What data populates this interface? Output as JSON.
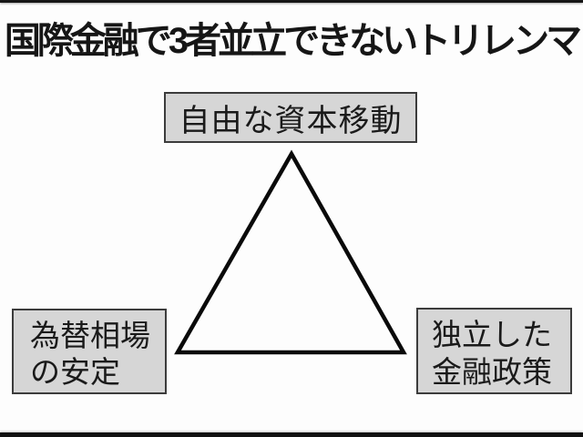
{
  "title": "国際金融で3者並立できないトリレンマ",
  "triangle_diagram": {
    "top_box": {
      "label": "自由な資本移動"
    },
    "bottom_left_box": {
      "line1": "為替相場",
      "line2": "の安定"
    },
    "bottom_right_box": {
      "line1": "独立した",
      "line2": "金融政策"
    },
    "shape": "hollow-triangle"
  },
  "colors": {
    "background": "#fdfdfd",
    "box_fill": "#d6d6d6",
    "box_border": "#3c3c3c",
    "text": "#1a1a1a",
    "triangle_stroke": "#0a0a0a",
    "edge_bars": "#141414"
  }
}
